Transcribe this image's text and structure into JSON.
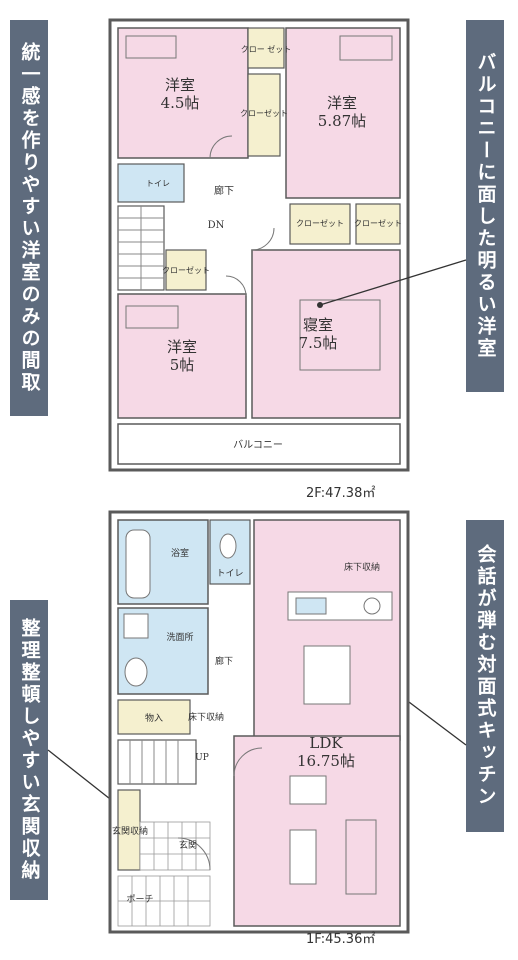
{
  "callouts": {
    "top_left": "統一感を作りやすい洋室のみの間取",
    "top_right": "バルコニーに面した明るい洋室",
    "bottom_right": "会話が弾む対面式キッチン",
    "bottom_left": "整理整頓しやすい玄関収納"
  },
  "floor2": {
    "area_caption": "2F:47.38㎡",
    "room_nw": {
      "name": "洋室",
      "size": "4.5帖"
    },
    "room_ne": {
      "name": "洋室",
      "size": "5.87帖"
    },
    "room_sw": {
      "name": "洋室",
      "size": "5帖"
    },
    "bedroom": {
      "name": "寝室",
      "size": "7.5帖"
    },
    "closet_a": "クロー\nゼット",
    "closet_b": "クローゼット",
    "closet_c": "クローゼット",
    "closet_d": "クローゼット",
    "closet_e": "クローゼット",
    "toilet": "トイレ",
    "hall": "廊下",
    "dn": "DN",
    "balcony": "バルコニー"
  },
  "floor1": {
    "area_caption": "1F:45.36㎡",
    "ldk": {
      "name": "LDK",
      "size": "16.75帖"
    },
    "bath": "浴室",
    "washroom": "洗面所",
    "toilet": "トイレ",
    "hall": "廊下",
    "storage": "物入",
    "under_stair": "床下収納",
    "up": "UP",
    "under_stair_storage": "床下収納",
    "genkan": "玄関",
    "genkan_storage": "玄関収納",
    "porch": "ポーチ"
  },
  "colors": {
    "callout_bg": "#5e6b7d",
    "room_pink": "#f6d9e6",
    "wet_blue": "#cfe6f3",
    "closet_cream": "#f5f0cf",
    "wall": "#5a5a5a"
  }
}
